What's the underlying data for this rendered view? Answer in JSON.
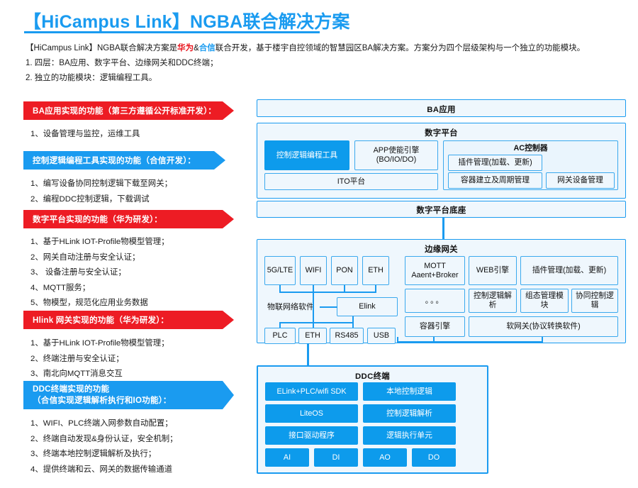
{
  "header": {
    "title": "【HiCampus Link】NGBA联合解决方案",
    "rule_color": "#1A9BF0"
  },
  "intro": {
    "line1_a": "【HiCampus Link】NGBA联合解决方案是",
    "line1_hw": "华为",
    "line1_amp": "&",
    "line1_hx": "合信",
    "line1_b": "联合开发，基于楼宇自控领域的智慧园区BA解决方案。方案分为四个层级架构与一个独立的功能模块。",
    "line2": "1. 四层：BA应用、数字平台、边缘网关和DDC终端；",
    "line3": "2. 独立的功能模块：逻辑编程工具。"
  },
  "left_sections": [
    {
      "banner": "BA应用实现的功能（第三方遵循公开标准开发）：",
      "color": "#ED1C24",
      "bullets": [
        "1、设备管理与监控，运维工具"
      ]
    },
    {
      "banner": "控制逻辑编程工具实现的功能（合信开发）：",
      "color": "#1A9BF0",
      "bullets": [
        "1、编写设备协同控制逻辑下载至网关；",
        "2、编程DDC控制逻辑，下载调试"
      ]
    },
    {
      "banner": "数字平台实现的功能（华为研发）：",
      "color": "#ED1C24",
      "bullets": [
        "1、基于HLink IOT-Profile物模型管理；",
        "2、网关自动注册与安全认证；",
        "3、 设备注册与安全认证；",
        "4、MQTT服务；",
        "5、物模型，规范化应用业务数据"
      ]
    },
    {
      "banner": "Hlink 网关实现的功能（华为研发）：",
      "color": "#ED1C24",
      "bullets": [
        "1、基于HLink IOT-Profile物模型管理；",
        "2、终端注册与安全认证；",
        "3、南北向MQTT消息交互"
      ]
    },
    {
      "banner_l1": "DDC终端实现的功能",
      "banner_l2": "（合信实现逻辑解析执行和IO功能）：",
      "color": "#1A9BF0",
      "bullets": [
        "1、WIFI、PLC终端入网参数自动配置；",
        "2、终端自动发现&身份认证，安全机制；",
        "3、终端本地控制逻辑解析及执行；",
        "4、提供终端和云、网关的数据传输通道"
      ]
    }
  ],
  "diagram": {
    "ba_app": "BA应用",
    "digital_platform": {
      "title": "数字平台",
      "logic_tool": "控制逻辑编程工具",
      "app_engine_l1": "APP使能引擎",
      "app_engine_l2": "(BO/IO/DO)",
      "ito": "ITO平台",
      "ac_controller": {
        "title": "AC控制器",
        "plugin_mgmt": "插件管理(加载、更新)",
        "container_lifecycle": "容器建立及周期管理",
        "gateway_device_mgmt": "网关设备管理"
      },
      "base": "数字平台底座"
    },
    "edge_gateway": {
      "title": "边缘网关",
      "uplinks": [
        "5G/LTE",
        "WIFI",
        "PON",
        "ETH"
      ],
      "iot_network_software": "物联网络软件",
      "elink": "Elink",
      "downlinks": [
        "PLC",
        "ETH",
        "RS485",
        "USB"
      ],
      "mqtt_l1": "MOTT",
      "mqtt_l2": "Aaent+Broker",
      "web_engine": "WEB引擎",
      "plugin_mgmt": "插件管理(加载、更新)",
      "dots": "。。。",
      "logic_parse": "控制逻辑解析",
      "config_module": "组态管理模块",
      "coop_logic": "协同控制逻辑",
      "container_engine": "容器引擎",
      "soft_gateway": "软网关(协议转换软件)"
    },
    "ddc": {
      "title": "DDC终端",
      "rows": [
        [
          "ELink+PLC/wifi SDK",
          "本地控制逻辑"
        ],
        [
          "LiteOS",
          "控制逻辑解析"
        ],
        [
          "接口驱动程序",
          "逻辑执行单元"
        ]
      ],
      "io": [
        "AI",
        "DI",
        "AO",
        "DO"
      ]
    }
  },
  "colors": {
    "brand_blue": "#1A9BF0",
    "brand_red": "#ED1C24",
    "solid_blue": "#0D9BEC",
    "panel_fill": "#EFF7FD"
  }
}
